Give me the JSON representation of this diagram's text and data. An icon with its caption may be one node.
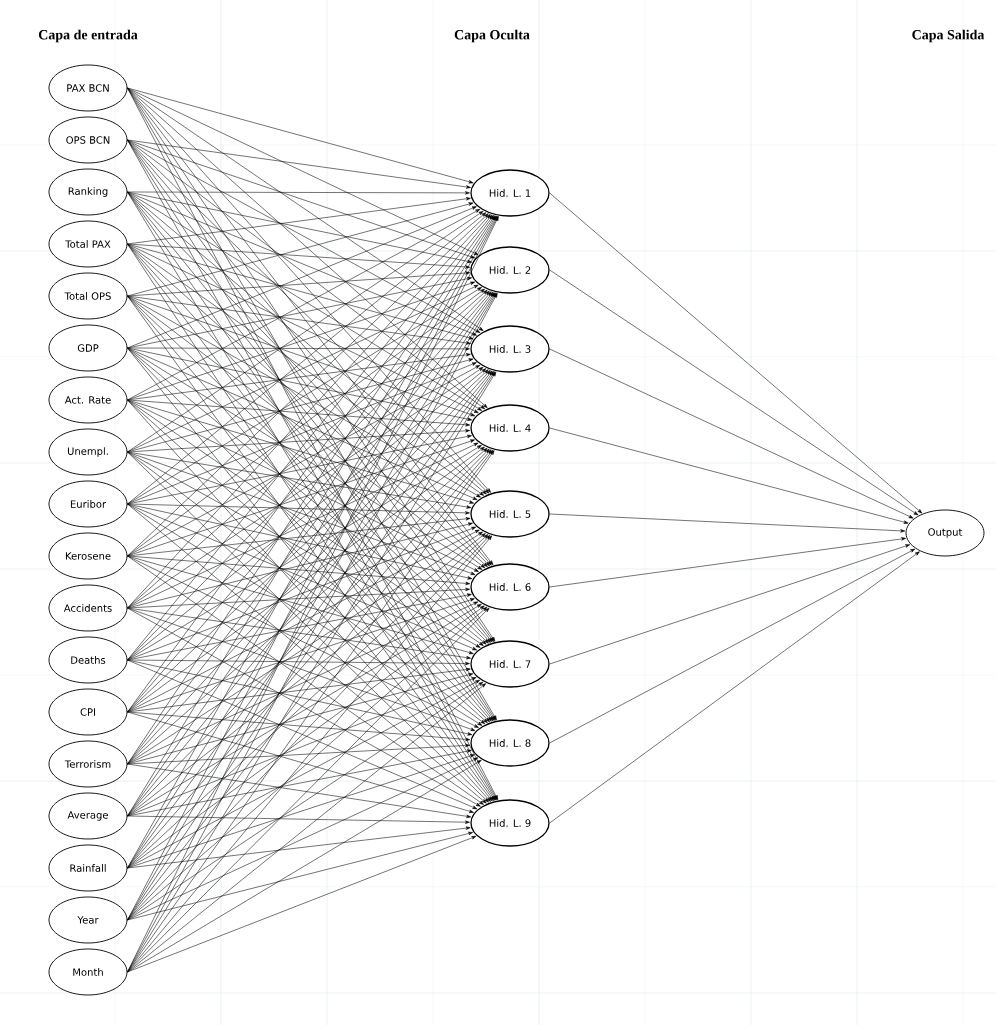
{
  "diagram": {
    "nodes": [
      {
        "text": [
          "PAX BCN"
        ]
      },
      {
        "text": [
          "OPS BCN"
        ]
      },
      {
        "text": [
          "Ranking"
        ]
      },
      {
        "text": [
          "Total PAX"
        ]
      },
      {
        "text": [
          "Total OPS"
        ]
      },
      {
        "text": [
          "GDP"
        ]
      },
      {
        "text": [
          "Act. Rate"
        ]
      },
      {
        "text": [
          "Unempl."
        ]
      },
      {
        "text": [
          "Euribor"
        ]
      },
      {
        "text": [
          "Kerosene"
        ]
      },
      {
        "text": [
          "Accidents"
        ]
      },
      {
        "text": [
          "Deaths"
        ]
      },
      {
        "text": [
          "CPI"
        ]
      },
      {
        "text": [
          "Terrorism"
        ]
      },
      {
        "text": [
          "Average"
        ]
      },
      {
        "text": [
          "Rainfall"
        ]
      },
      {
        "text": [
          "Year"
        ]
      },
      {
        "text": [
          "Month"
        ]
      },
      {
        "text": [
          "Hid. L. 1"
        ]
      },
      {
        "text": [
          "Hid. L. 2"
        ]
      },
      {
        "text": [
          "Hid. L. 3"
        ]
      },
      {
        "text": [
          "Hid. L. 4"
        ]
      },
      {
        "text": [
          "Hid. L. 5"
        ]
      },
      {
        "text": [
          "Hid. L. 6"
        ]
      },
      {
        "text": [
          "Hid. L. 7"
        ]
      },
      {
        "text": [
          "Hid. L. 8"
        ]
      },
      {
        "text": [
          "Hid. L. 9"
        ]
      },
      {
        "text": [
          "Output"
        ]
      }
    ],
    "edges": [
      {
        "from": 0,
        "to": 18,
        "arrow": "to"
      },
      {
        "from": 0,
        "to": 19,
        "arrow": "to"
      },
      {
        "from": 0,
        "to": 20,
        "arrow": "to"
      },
      {
        "from": 0,
        "to": 21,
        "arrow": "to"
      },
      {
        "from": 0,
        "to": 22,
        "arrow": "to"
      },
      {
        "from": 0,
        "to": 23,
        "arrow": "to"
      },
      {
        "from": 0,
        "to": 24,
        "arrow": "to"
      },
      {
        "from": 0,
        "to": 25,
        "arrow": "to"
      },
      {
        "from": 0,
        "to": 26,
        "arrow": "to"
      },
      {
        "from": 1,
        "to": 18,
        "arrow": "to"
      },
      {
        "from": 1,
        "to": 19,
        "arrow": "to"
      },
      {
        "from": 1,
        "to": 20,
        "arrow": "to"
      },
      {
        "from": 1,
        "to": 21,
        "arrow": "to"
      },
      {
        "from": 1,
        "to": 22,
        "arrow": "to"
      },
      {
        "from": 1,
        "to": 23,
        "arrow": "to"
      },
      {
        "from": 1,
        "to": 24,
        "arrow": "to"
      },
      {
        "from": 1,
        "to": 25,
        "arrow": "to"
      },
      {
        "from": 1,
        "to": 26,
        "arrow": "to"
      },
      {
        "from": 2,
        "to": 18,
        "arrow": "to"
      },
      {
        "from": 2,
        "to": 19,
        "arrow": "to"
      },
      {
        "from": 2,
        "to": 20,
        "arrow": "to"
      },
      {
        "from": 2,
        "to": 21,
        "arrow": "to"
      },
      {
        "from": 2,
        "to": 22,
        "arrow": "to"
      },
      {
        "from": 2,
        "to": 23,
        "arrow": "to"
      },
      {
        "from": 2,
        "to": 24,
        "arrow": "to"
      },
      {
        "from": 2,
        "to": 25,
        "arrow": "to"
      },
      {
        "from": 2,
        "to": 26,
        "arrow": "to"
      },
      {
        "from": 3,
        "to": 18,
        "arrow": "to"
      },
      {
        "from": 3,
        "to": 19,
        "arrow": "to"
      },
      {
        "from": 3,
        "to": 20,
        "arrow": "to"
      },
      {
        "from": 3,
        "to": 21,
        "arrow": "to"
      },
      {
        "from": 3,
        "to": 22,
        "arrow": "to"
      },
      {
        "from": 3,
        "to": 23,
        "arrow": "to"
      },
      {
        "from": 3,
        "to": 24,
        "arrow": "to"
      },
      {
        "from": 3,
        "to": 25,
        "arrow": "to"
      },
      {
        "from": 3,
        "to": 26,
        "arrow": "to"
      },
      {
        "from": 4,
        "to": 18,
        "arrow": "to"
      },
      {
        "from": 4,
        "to": 19,
        "arrow": "to"
      },
      {
        "from": 4,
        "to": 20,
        "arrow": "to"
      },
      {
        "from": 4,
        "to": 21,
        "arrow": "to"
      },
      {
        "from": 4,
        "to": 22,
        "arrow": "to"
      },
      {
        "from": 4,
        "to": 23,
        "arrow": "to"
      },
      {
        "from": 4,
        "to": 24,
        "arrow": "to"
      },
      {
        "from": 4,
        "to": 25,
        "arrow": "to"
      },
      {
        "from": 4,
        "to": 26,
        "arrow": "to"
      },
      {
        "from": 5,
        "to": 18,
        "arrow": "to"
      },
      {
        "from": 5,
        "to": 19,
        "arrow": "to"
      },
      {
        "from": 5,
        "to": 20,
        "arrow": "to"
      },
      {
        "from": 5,
        "to": 21,
        "arrow": "to"
      },
      {
        "from": 5,
        "to": 22,
        "arrow": "to"
      },
      {
        "from": 5,
        "to": 23,
        "arrow": "to"
      },
      {
        "from": 5,
        "to": 24,
        "arrow": "to"
      },
      {
        "from": 5,
        "to": 25,
        "arrow": "to"
      },
      {
        "from": 5,
        "to": 26,
        "arrow": "to"
      },
      {
        "from": 6,
        "to": 18,
        "arrow": "to"
      },
      {
        "from": 6,
        "to": 19,
        "arrow": "to"
      },
      {
        "from": 6,
        "to": 20,
        "arrow": "to"
      },
      {
        "from": 6,
        "to": 21,
        "arrow": "to"
      },
      {
        "from": 6,
        "to": 22,
        "arrow": "to"
      },
      {
        "from": 6,
        "to": 23,
        "arrow": "to"
      },
      {
        "from": 6,
        "to": 24,
        "arrow": "to"
      },
      {
        "from": 6,
        "to": 25,
        "arrow": "to"
      },
      {
        "from": 6,
        "to": 26,
        "arrow": "to"
      },
      {
        "from": 7,
        "to": 18,
        "arrow": "to"
      },
      {
        "from": 7,
        "to": 19,
        "arrow": "to"
      },
      {
        "from": 7,
        "to": 20,
        "arrow": "to"
      },
      {
        "from": 7,
        "to": 21,
        "arrow": "to"
      },
      {
        "from": 7,
        "to": 22,
        "arrow": "to"
      },
      {
        "from": 7,
        "to": 23,
        "arrow": "to"
      },
      {
        "from": 7,
        "to": 24,
        "arrow": "to"
      },
      {
        "from": 7,
        "to": 25,
        "arrow": "to"
      },
      {
        "from": 7,
        "to": 26,
        "arrow": "to"
      },
      {
        "from": 8,
        "to": 18,
        "arrow": "to"
      },
      {
        "from": 8,
        "to": 19,
        "arrow": "to"
      },
      {
        "from": 8,
        "to": 20,
        "arrow": "to"
      },
      {
        "from": 8,
        "to": 21,
        "arrow": "to"
      },
      {
        "from": 8,
        "to": 22,
        "arrow": "to"
      },
      {
        "from": 8,
        "to": 23,
        "arrow": "to"
      },
      {
        "from": 8,
        "to": 24,
        "arrow": "to"
      },
      {
        "from": 8,
        "to": 25,
        "arrow": "to"
      },
      {
        "from": 8,
        "to": 26,
        "arrow": "to"
      },
      {
        "from": 9,
        "to": 18,
        "arrow": "to"
      },
      {
        "from": 9,
        "to": 19,
        "arrow": "to"
      },
      {
        "from": 9,
        "to": 20,
        "arrow": "to"
      },
      {
        "from": 9,
        "to": 21,
        "arrow": "to"
      },
      {
        "from": 9,
        "to": 22,
        "arrow": "to"
      },
      {
        "from": 9,
        "to": 23,
        "arrow": "to"
      },
      {
        "from": 9,
        "to": 24,
        "arrow": "to"
      },
      {
        "from": 9,
        "to": 25,
        "arrow": "to"
      },
      {
        "from": 9,
        "to": 26,
        "arrow": "to"
      },
      {
        "from": 10,
        "to": 18,
        "arrow": "to"
      },
      {
        "from": 10,
        "to": 19,
        "arrow": "to"
      },
      {
        "from": 10,
        "to": 20,
        "arrow": "to"
      },
      {
        "from": 10,
        "to": 21,
        "arrow": "to"
      },
      {
        "from": 10,
        "to": 22,
        "arrow": "to"
      },
      {
        "from": 10,
        "to": 23,
        "arrow": "to"
      },
      {
        "from": 10,
        "to": 24,
        "arrow": "to"
      },
      {
        "from": 10,
        "to": 25,
        "arrow": "to"
      },
      {
        "from": 10,
        "to": 26,
        "arrow": "to"
      },
      {
        "from": 11,
        "to": 18,
        "arrow": "to"
      },
      {
        "from": 11,
        "to": 19,
        "arrow": "to"
      },
      {
        "from": 11,
        "to": 20,
        "arrow": "to"
      },
      {
        "from": 11,
        "to": 21,
        "arrow": "to"
      },
      {
        "from": 11,
        "to": 22,
        "arrow": "to"
      },
      {
        "from": 11,
        "to": 23,
        "arrow": "to"
      },
      {
        "from": 11,
        "to": 24,
        "arrow": "to"
      },
      {
        "from": 11,
        "to": 25,
        "arrow": "to"
      },
      {
        "from": 11,
        "to": 26,
        "arrow": "to"
      },
      {
        "from": 12,
        "to": 18,
        "arrow": "to"
      },
      {
        "from": 12,
        "to": 19,
        "arrow": "to"
      },
      {
        "from": 12,
        "to": 20,
        "arrow": "to"
      },
      {
        "from": 12,
        "to": 21,
        "arrow": "to"
      },
      {
        "from": 12,
        "to": 22,
        "arrow": "to"
      },
      {
        "from": 12,
        "to": 23,
        "arrow": "to"
      },
      {
        "from": 12,
        "to": 24,
        "arrow": "to"
      },
      {
        "from": 12,
        "to": 25,
        "arrow": "to"
      },
      {
        "from": 12,
        "to": 26,
        "arrow": "to"
      },
      {
        "from": 13,
        "to": 18,
        "arrow": "to"
      },
      {
        "from": 13,
        "to": 19,
        "arrow": "to"
      },
      {
        "from": 13,
        "to": 20,
        "arrow": "to"
      },
      {
        "from": 13,
        "to": 21,
        "arrow": "to"
      },
      {
        "from": 13,
        "to": 22,
        "arrow": "to"
      },
      {
        "from": 13,
        "to": 23,
        "arrow": "to"
      },
      {
        "from": 13,
        "to": 24,
        "arrow": "to"
      },
      {
        "from": 13,
        "to": 25,
        "arrow": "to"
      },
      {
        "from": 13,
        "to": 26,
        "arrow": "to"
      },
      {
        "from": 14,
        "to": 18,
        "arrow": "to"
      },
      {
        "from": 14,
        "to": 19,
        "arrow": "to"
      },
      {
        "from": 14,
        "to": 20,
        "arrow": "to"
      },
      {
        "from": 14,
        "to": 21,
        "arrow": "to"
      },
      {
        "from": 14,
        "to": 22,
        "arrow": "to"
      },
      {
        "from": 14,
        "to": 23,
        "arrow": "to"
      },
      {
        "from": 14,
        "to": 24,
        "arrow": "to"
      },
      {
        "from": 14,
        "to": 25,
        "arrow": "to"
      },
      {
        "from": 14,
        "to": 26,
        "arrow": "to"
      },
      {
        "from": 15,
        "to": 18,
        "arrow": "to"
      },
      {
        "from": 15,
        "to": 19,
        "arrow": "to"
      },
      {
        "from": 15,
        "to": 20,
        "arrow": "to"
      },
      {
        "from": 15,
        "to": 21,
        "arrow": "to"
      },
      {
        "from": 15,
        "to": 22,
        "arrow": "to"
      },
      {
        "from": 15,
        "to": 23,
        "arrow": "to"
      },
      {
        "from": 15,
        "to": 24,
        "arrow": "to"
      },
      {
        "from": 15,
        "to": 25,
        "arrow": "to"
      },
      {
        "from": 15,
        "to": 26,
        "arrow": "to"
      },
      {
        "from": 16,
        "to": 18,
        "arrow": "to"
      },
      {
        "from": 16,
        "to": 19,
        "arrow": "to"
      },
      {
        "from": 16,
        "to": 20,
        "arrow": "to"
      },
      {
        "from": 16,
        "to": 21,
        "arrow": "to"
      },
      {
        "from": 16,
        "to": 22,
        "arrow": "to"
      },
      {
        "from": 16,
        "to": 23,
        "arrow": "to"
      },
      {
        "from": 16,
        "to": 24,
        "arrow": "to"
      },
      {
        "from": 16,
        "to": 25,
        "arrow": "to"
      },
      {
        "from": 16,
        "to": 26,
        "arrow": "to"
      },
      {
        "from": 17,
        "to": 18,
        "arrow": "to"
      },
      {
        "from": 17,
        "to": 19,
        "arrow": "to"
      },
      {
        "from": 17,
        "to": 20,
        "arrow": "to"
      },
      {
        "from": 17,
        "to": 21,
        "arrow": "to"
      },
      {
        "from": 17,
        "to": 22,
        "arrow": "to"
      },
      {
        "from": 17,
        "to": 23,
        "arrow": "to"
      },
      {
        "from": 17,
        "to": 24,
        "arrow": "to"
      },
      {
        "from": 17,
        "to": 25,
        "arrow": "to"
      },
      {
        "from": 17,
        "to": 26,
        "arrow": "to"
      },
      {
        "from": 18,
        "to": 27,
        "arrow": "to"
      },
      {
        "from": 19,
        "to": 27,
        "arrow": "to"
      },
      {
        "from": 20,
        "to": 27,
        "arrow": "to"
      },
      {
        "from": 21,
        "to": 27,
        "arrow": "to"
      },
      {
        "from": 22,
        "to": 27,
        "arrow": "to"
      },
      {
        "from": 23,
        "to": 27,
        "arrow": "to"
      },
      {
        "from": 24,
        "to": 27,
        "arrow": "to"
      },
      {
        "from": 25,
        "to": 27,
        "arrow": "to"
      },
      {
        "from": 26,
        "to": 27,
        "arrow": "to"
      }
    ],
    "labels": [
      "Capa de entrada",
      "Capa Oculta",
      "Capa Salida"
    ]
  }
}
